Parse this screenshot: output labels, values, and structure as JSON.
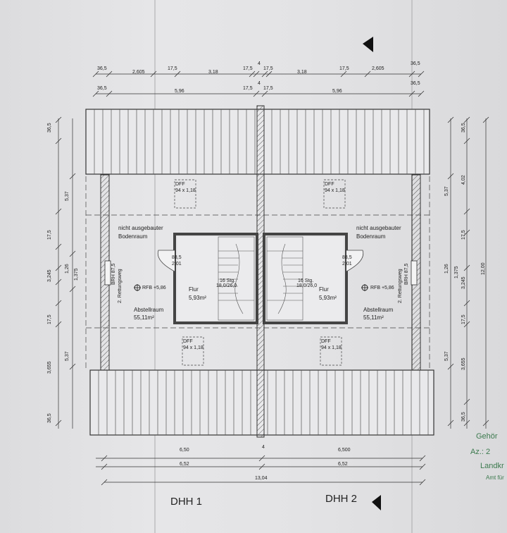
{
  "dims": {
    "top1": [
      "36,5",
      "2,605",
      "17,5",
      "3,18",
      "17,5",
      "4",
      "17,5",
      "3,18",
      "17,5",
      "2,605",
      "36,5"
    ],
    "top2": [
      "36,5",
      "5,96",
      "17,5",
      "4",
      "17,5",
      "5,96",
      "36,5"
    ],
    "bottom1": [
      "6,50",
      "4",
      "6,500"
    ],
    "bottom2": [
      "6,52",
      "6,52"
    ],
    "bottom3": [
      "13,04"
    ],
    "left_outer": [
      "36,5",
      "17,5",
      "3,245",
      "17,5",
      "3,655",
      "36,5"
    ],
    "left_inner": [
      "5,37",
      "1,26",
      "1,375",
      "5,37"
    ],
    "right_inner": [
      "5,37",
      "1,26",
      "5,37"
    ],
    "right_outer": [
      "36,5",
      "4,02",
      "17,5",
      "1,375",
      "3,245",
      "17,5",
      "3,655",
      "36,5",
      "12,00"
    ]
  },
  "rooms": {
    "left": {
      "attic_1": "nicht ausgebauter",
      "attic_2": "Bodenraum",
      "storage": "Abstellraum",
      "storage_area": "55,11m²",
      "hall": "Flur",
      "hall_area": "5,93m²",
      "stairs_1": "16 Stg.",
      "stairs_2": "18,0/26,0",
      "door_1": "88,5",
      "door_2": "2,01",
      "rfb": "RFB +5,86",
      "escape": "2. Rettungsweg",
      "brh": "BRH 87,5",
      "dff_top_1": "DFF",
      "dff_top_2": "94 x 1,18",
      "dff_bottom_1": "DFF",
      "dff_bottom_2": "94 x 1,18"
    },
    "right": {
      "attic_1": "nicht ausgebauter",
      "attic_2": "Bodenraum",
      "storage": "Abstellraum",
      "storage_area": "55,11m²",
      "hall": "Flur",
      "hall_area": "5,93m²",
      "stairs_1": "16 Stg.",
      "stairs_2": "18,0/26,0",
      "door_1": "88,5",
      "door_2": "2,01",
      "rfb": "RFB +5,86",
      "escape": "2. Rettungsweg",
      "brh": "BRH 87,5",
      "dff_top_1": "DFF",
      "dff_top_2": "94 x 1,18",
      "dff_bottom_1": "DFF",
      "dff_bottom_2": "94 x 1,18"
    }
  },
  "houses": {
    "left": "DHH 1",
    "right": "DHH 2"
  },
  "stamp": {
    "line1": "Gehör",
    "line2": "Az.: 2",
    "line3": "Landkr",
    "line4": "Amt für"
  },
  "colors": {
    "paper": "#e4e4e6",
    "ink": "#222222",
    "stamp": "#3c7a4e"
  }
}
